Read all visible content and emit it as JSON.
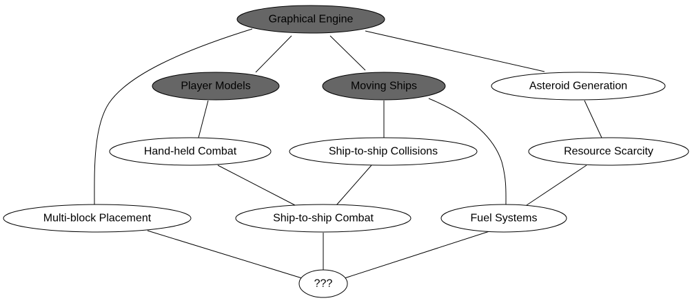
{
  "colors": {
    "filled_node": "#666666",
    "plain_node": "#ffffff",
    "line": "#000000",
    "text": "#000000"
  },
  "nodes": [
    {
      "id": "graphical-engine",
      "label": "Graphical Engine",
      "filled": true
    },
    {
      "id": "player-models",
      "label": "Player Models",
      "filled": true
    },
    {
      "id": "moving-ships",
      "label": "Moving Ships",
      "filled": true
    },
    {
      "id": "asteroid-generation",
      "label": "Asteroid Generation",
      "filled": false
    },
    {
      "id": "hand-held-combat",
      "label": "Hand-held Combat",
      "filled": false
    },
    {
      "id": "ship-to-ship-collisions",
      "label": "Ship-to-ship Collisions",
      "filled": false
    },
    {
      "id": "resource-scarcity",
      "label": "Resource Scarcity",
      "filled": false
    },
    {
      "id": "multi-block-placement",
      "label": "Multi-block Placement",
      "filled": false
    },
    {
      "id": "ship-to-ship-combat",
      "label": "Ship-to-ship Combat",
      "filled": false
    },
    {
      "id": "fuel-systems",
      "label": "Fuel Systems",
      "filled": false
    },
    {
      "id": "unknown",
      "label": "???",
      "filled": false
    }
  ],
  "edges": [
    {
      "from": "graphical-engine",
      "to": "player-models"
    },
    {
      "from": "graphical-engine",
      "to": "moving-ships"
    },
    {
      "from": "graphical-engine",
      "to": "asteroid-generation"
    },
    {
      "from": "graphical-engine",
      "to": "multi-block-placement"
    },
    {
      "from": "player-models",
      "to": "hand-held-combat"
    },
    {
      "from": "moving-ships",
      "to": "ship-to-ship-collisions"
    },
    {
      "from": "moving-ships",
      "to": "fuel-systems"
    },
    {
      "from": "asteroid-generation",
      "to": "resource-scarcity"
    },
    {
      "from": "hand-held-combat",
      "to": "ship-to-ship-combat"
    },
    {
      "from": "ship-to-ship-collisions",
      "to": "ship-to-ship-combat"
    },
    {
      "from": "resource-scarcity",
      "to": "fuel-systems"
    },
    {
      "from": "multi-block-placement",
      "to": "unknown"
    },
    {
      "from": "ship-to-ship-combat",
      "to": "unknown"
    },
    {
      "from": "fuel-systems",
      "to": "unknown"
    }
  ]
}
